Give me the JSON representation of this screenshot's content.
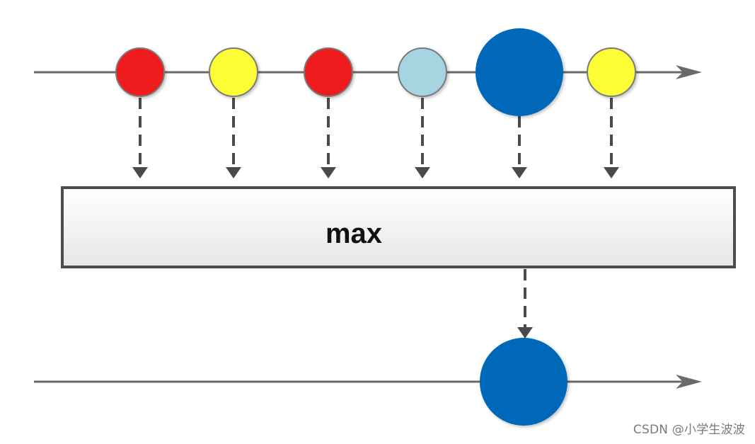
{
  "operator": {
    "label": "max"
  },
  "input_stream": {
    "items": [
      {
        "color": "#ee1c1c",
        "size": "small"
      },
      {
        "color": "#fdfd36",
        "size": "small"
      },
      {
        "color": "#ee1c1c",
        "size": "small"
      },
      {
        "color": "#a7d4e1",
        "size": "small"
      },
      {
        "color": "#0567b8",
        "size": "large"
      },
      {
        "color": "#fdfd36",
        "size": "small"
      }
    ]
  },
  "output_stream": {
    "items": [
      {
        "color": "#0567b8",
        "size": "large"
      }
    ]
  },
  "colors": {
    "line": "#6a6a6a",
    "arrow": "#4a4a4a",
    "box_border": "#4d4d4d",
    "box_fill_top": "#ffffff",
    "box_fill_bottom": "#e6e6e6",
    "circle_stroke": "#7a7a7a"
  },
  "watermark": "CSDN @小学生波波"
}
